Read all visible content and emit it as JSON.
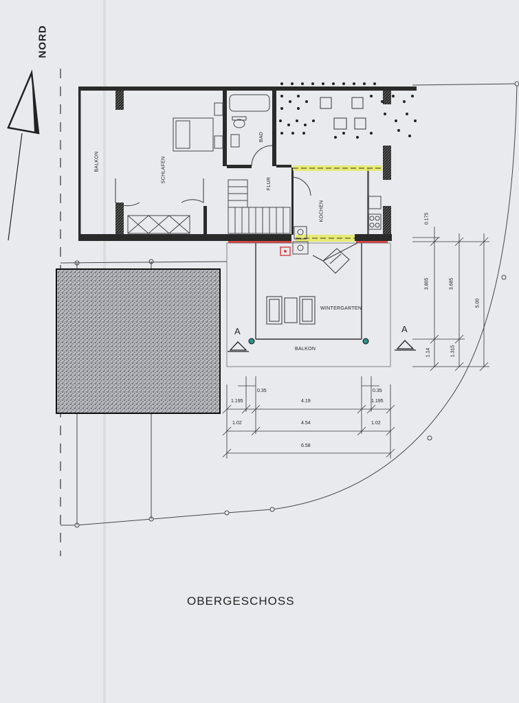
{
  "north": {
    "label": "NORD"
  },
  "title": "OBERGESCHOSS",
  "rooms": {
    "balkon_west": "BALKON",
    "schlafen": "SCHLAFEN",
    "bad": "BAD",
    "flur": "FLUR",
    "kochen": "KOCHEN",
    "wintergarten": "WINTERGARTEN",
    "balkon_south": "BALKON"
  },
  "section_marker": "A",
  "dimensions": {
    "h_row1": [
      "1.195",
      "0.35",
      "4.19",
      "0.35",
      "1.195"
    ],
    "h_row2": [
      "1.02",
      "4.54",
      "1.02"
    ],
    "h_total": "6.58",
    "v_small": "0.175",
    "v_a": "3.805",
    "v_b": "3.685",
    "v_total": "5.00",
    "v_c": "1.14",
    "v_d": "1.315"
  },
  "colors": {
    "paper": "#e9eaee",
    "wall": "#2a2a2a",
    "highlight_yellow": "#e6ea5a",
    "highlight_red": "#d94444",
    "column_teal": "#2f8f8a"
  }
}
